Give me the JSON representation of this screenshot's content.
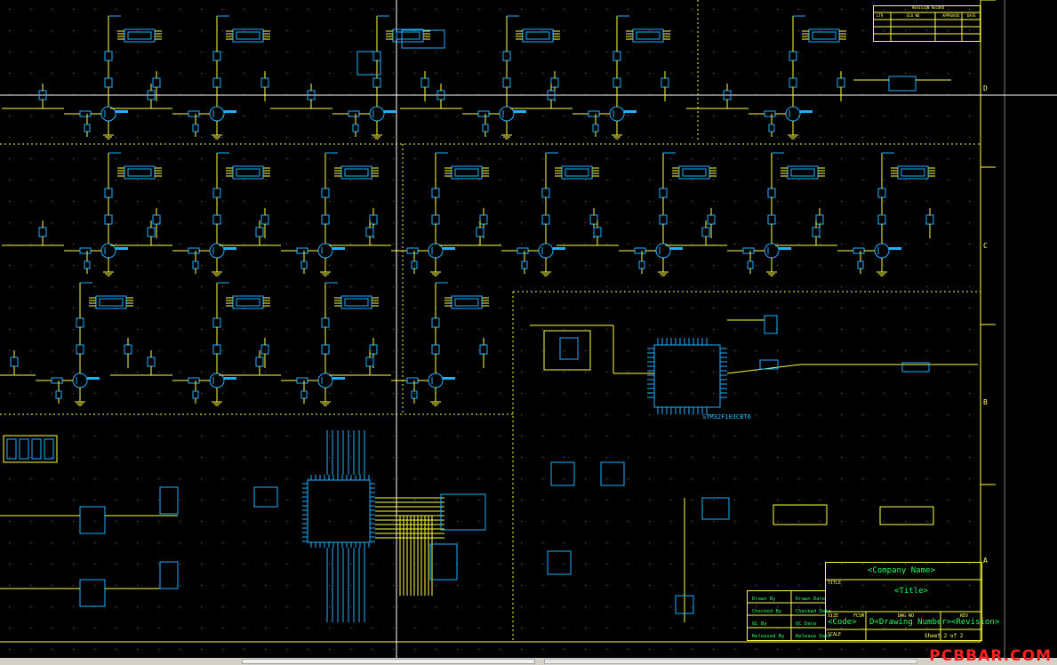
{
  "title_block": {
    "company": "<Company Name>",
    "title": "<Title>",
    "code": "<Code>",
    "drawing_number": "D<Drawing Number>",
    "revision": "<Revision>",
    "sheet": "Sheet 2 of 2",
    "size_label": "SIZE",
    "fcsm_label": "FCSM",
    "dwg_label": "DWG NO",
    "rev_label": "REV",
    "scale_label": "SCALE",
    "title_label": "TITLE"
  },
  "approval_block": {
    "rows": [
      [
        "Drawn By",
        "Drawn Date"
      ],
      [
        "Checked By",
        "Checked Date"
      ],
      [
        "QC By",
        "QC Date"
      ],
      [
        "Released By",
        "Release Date"
      ]
    ]
  },
  "revision_table": {
    "title": "REVISION RECORD",
    "headers": [
      "LTR",
      "ECO NO",
      "APPROVED",
      "DATE"
    ]
  },
  "zones": {
    "right": [
      "D",
      "C",
      "B",
      "A"
    ]
  },
  "mcu": {
    "part": "STM32F103CBT6"
  },
  "watermark": "PCBBAR.COM",
  "colors": {
    "background": "#000000",
    "wire": "#ffff40",
    "component": "#20b0ff",
    "sheet_border": "#ffff40"
  }
}
